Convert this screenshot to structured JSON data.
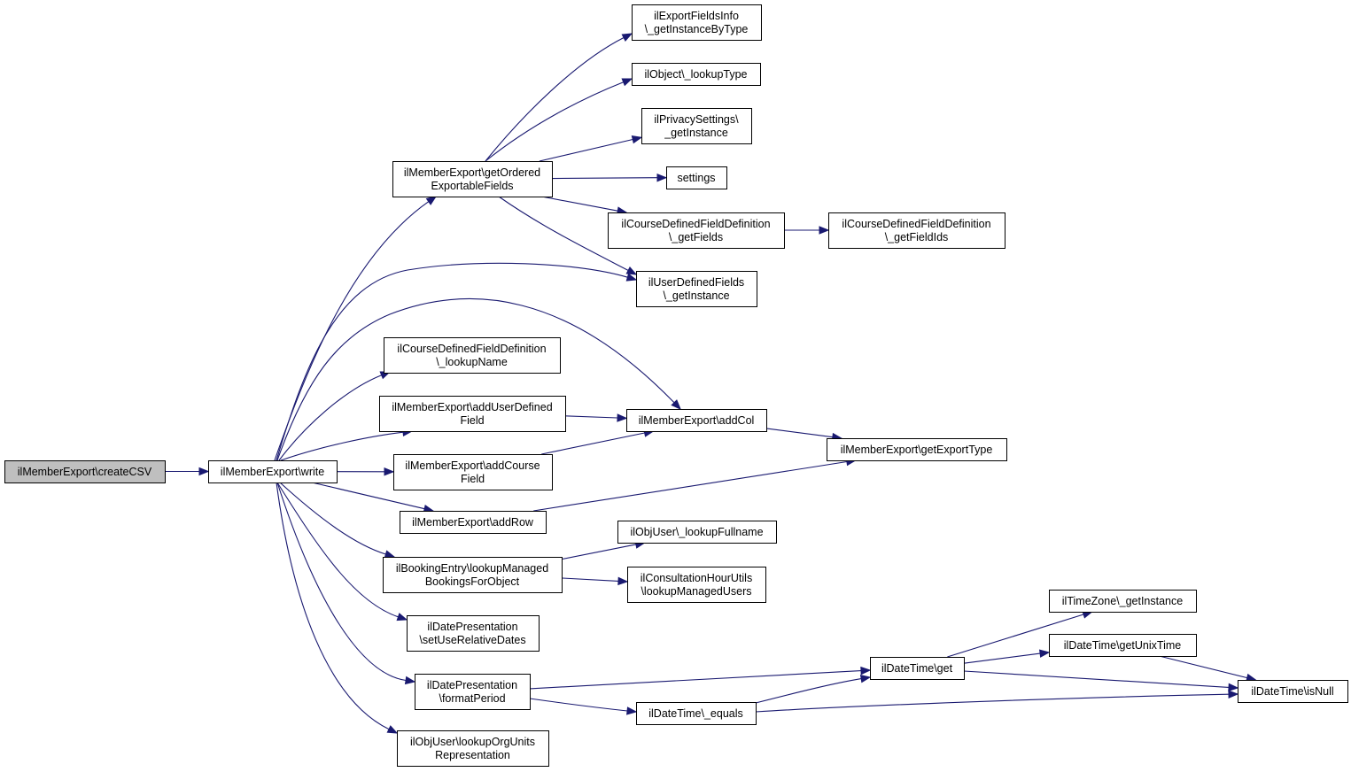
{
  "diagram": {
    "nodes": [
      {
        "id": "createCSV",
        "lines": [
          "ilMemberExport\\createCSV"
        ],
        "root": true
      },
      {
        "id": "write",
        "lines": [
          "ilMemberExport\\write"
        ]
      },
      {
        "id": "getOrdered",
        "lines": [
          "ilMemberExport\\getOrdered",
          "ExportableFields"
        ]
      },
      {
        "id": "exportFieldsInfo",
        "lines": [
          "ilExportFieldsInfo",
          "\\_getInstanceByType"
        ]
      },
      {
        "id": "lookupType",
        "lines": [
          "ilObject\\_lookupType"
        ]
      },
      {
        "id": "privacy",
        "lines": [
          "ilPrivacySettings\\",
          "_getInstance"
        ]
      },
      {
        "id": "settings",
        "lines": [
          "settings"
        ]
      },
      {
        "id": "cdfGetFields",
        "lines": [
          "ilCourseDefinedFieldDefinition",
          "\\_getFields"
        ]
      },
      {
        "id": "cdfGetFieldIds",
        "lines": [
          "ilCourseDefinedFieldDefinition",
          "\\_getFieldIds"
        ]
      },
      {
        "id": "udfGetInstance",
        "lines": [
          "ilUserDefinedFields",
          "\\_getInstance"
        ]
      },
      {
        "id": "cdfLookupName",
        "lines": [
          "ilCourseDefinedFieldDefinition",
          "\\_lookupName"
        ]
      },
      {
        "id": "addUserDefined",
        "lines": [
          "ilMemberExport\\addUserDefined",
          "Field"
        ]
      },
      {
        "id": "addCol",
        "lines": [
          "ilMemberExport\\addCol"
        ]
      },
      {
        "id": "addCourse",
        "lines": [
          "ilMemberExport\\addCourse",
          "Field"
        ]
      },
      {
        "id": "getExportType",
        "lines": [
          "ilMemberExport\\getExportType"
        ]
      },
      {
        "id": "addRow",
        "lines": [
          "ilMemberExport\\addRow"
        ]
      },
      {
        "id": "booking",
        "lines": [
          "ilBookingEntry\\lookupManaged",
          "BookingsForObject"
        ]
      },
      {
        "id": "lookupFullname",
        "lines": [
          "ilObjUser\\_lookupFullname"
        ]
      },
      {
        "id": "consultation",
        "lines": [
          "ilConsultationHourUtils",
          "\\lookupManagedUsers"
        ]
      },
      {
        "id": "setRelative",
        "lines": [
          "ilDatePresentation",
          "\\setUseRelativeDates"
        ]
      },
      {
        "id": "formatPeriod",
        "lines": [
          "ilDatePresentation",
          "\\formatPeriod"
        ]
      },
      {
        "id": "orgUnits",
        "lines": [
          "ilObjUser\\lookupOrgUnits",
          "Representation"
        ]
      },
      {
        "id": "dtGet",
        "lines": [
          "ilDateTime\\get"
        ]
      },
      {
        "id": "tzGetInstance",
        "lines": [
          "ilTimeZone\\_getInstance"
        ]
      },
      {
        "id": "getUnixTime",
        "lines": [
          "ilDateTime\\getUnixTime"
        ]
      },
      {
        "id": "isNull",
        "lines": [
          "ilDateTime\\isNull"
        ]
      },
      {
        "id": "dtEquals",
        "lines": [
          "ilDateTime\\_equals"
        ]
      }
    ],
    "edges": [
      [
        "createCSV",
        "write"
      ],
      [
        "write",
        "getOrdered"
      ],
      [
        "write",
        "udfGetInstance"
      ],
      [
        "write",
        "addCol"
      ],
      [
        "write",
        "cdfLookupName"
      ],
      [
        "write",
        "addUserDefined"
      ],
      [
        "write",
        "addCourse"
      ],
      [
        "write",
        "addRow"
      ],
      [
        "write",
        "booking"
      ],
      [
        "write",
        "setRelative"
      ],
      [
        "write",
        "formatPeriod"
      ],
      [
        "write",
        "orgUnits"
      ],
      [
        "getOrdered",
        "exportFieldsInfo"
      ],
      [
        "getOrdered",
        "lookupType"
      ],
      [
        "getOrdered",
        "privacy"
      ],
      [
        "getOrdered",
        "settings"
      ],
      [
        "getOrdered",
        "cdfGetFields"
      ],
      [
        "getOrdered",
        "udfGetInstance"
      ],
      [
        "cdfGetFields",
        "cdfGetFieldIds"
      ],
      [
        "addUserDefined",
        "addCol"
      ],
      [
        "addCourse",
        "addCol"
      ],
      [
        "addCol",
        "getExportType"
      ],
      [
        "addRow",
        "getExportType"
      ],
      [
        "booking",
        "lookupFullname"
      ],
      [
        "booking",
        "consultation"
      ],
      [
        "formatPeriod",
        "dtGet"
      ],
      [
        "formatPeriod",
        "dtEquals"
      ],
      [
        "dtEquals",
        "dtGet"
      ],
      [
        "dtEquals",
        "isNull"
      ],
      [
        "dtGet",
        "tzGetInstance"
      ],
      [
        "dtGet",
        "getUnixTime"
      ],
      [
        "dtGet",
        "isNull"
      ],
      [
        "getUnixTime",
        "isNull"
      ]
    ]
  }
}
